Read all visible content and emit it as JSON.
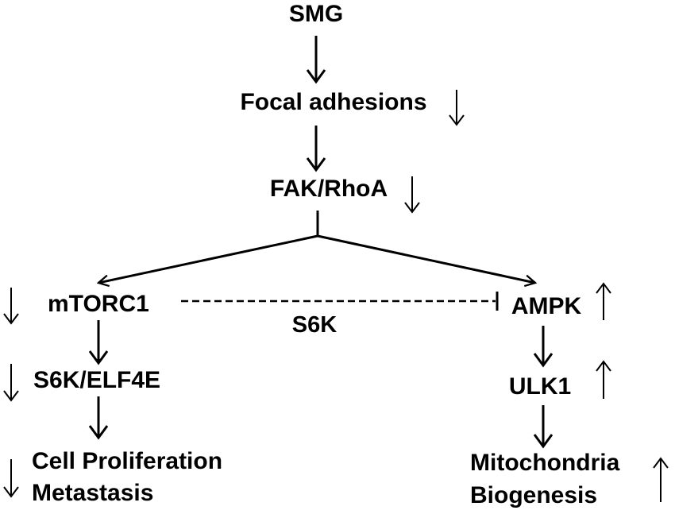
{
  "nodes": {
    "smg": "SMG",
    "focal_adhesions": "Focal adhesions",
    "fak_rhoa": "FAK/RhoA",
    "mtorc1": "mTORC1",
    "ampk": "AMPK",
    "s6k_inhibition": "S6K",
    "s6k_elf4e": "S6K/ELF4E",
    "ulk1": "ULK1",
    "cell_proliferation": "Cell Proliferation",
    "metastasis": "Metastasis",
    "mitochondria": "Mitochondria",
    "biogenesis": "Biogenesis"
  },
  "regulation": {
    "focal_adhesions": "down",
    "fak_rhoa": "down",
    "mtorc1": "down",
    "s6k_elf4e": "down",
    "cell_proliferation_metastasis": "down",
    "ampk": "up",
    "ulk1": "up",
    "mitochondria_biogenesis": "up"
  },
  "colors": {
    "ink": "#000000",
    "background": "#ffffff"
  }
}
